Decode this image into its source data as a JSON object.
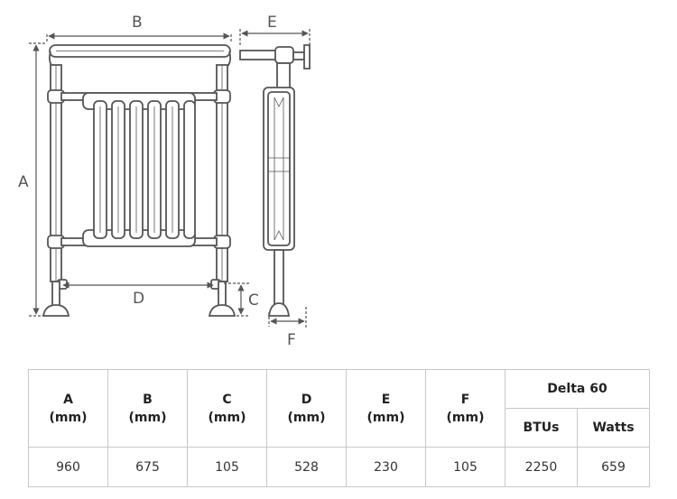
{
  "diagram": {
    "labels": {
      "a": "A",
      "b": "B",
      "c": "C",
      "d": "D",
      "e": "E",
      "f": "F"
    }
  },
  "table": {
    "columns": [
      {
        "letter": "A",
        "unit": "(mm)"
      },
      {
        "letter": "B",
        "unit": "(mm)"
      },
      {
        "letter": "C",
        "unit": "(mm)"
      },
      {
        "letter": "D",
        "unit": "(mm)"
      },
      {
        "letter": "E",
        "unit": "(mm)"
      },
      {
        "letter": "F",
        "unit": "(mm)"
      }
    ],
    "group_header": "Delta 60",
    "sub_headers": [
      "BTUs",
      "Watts"
    ],
    "values": [
      "960",
      "675",
      "105",
      "528",
      "230",
      "105",
      "2250",
      "659"
    ]
  }
}
